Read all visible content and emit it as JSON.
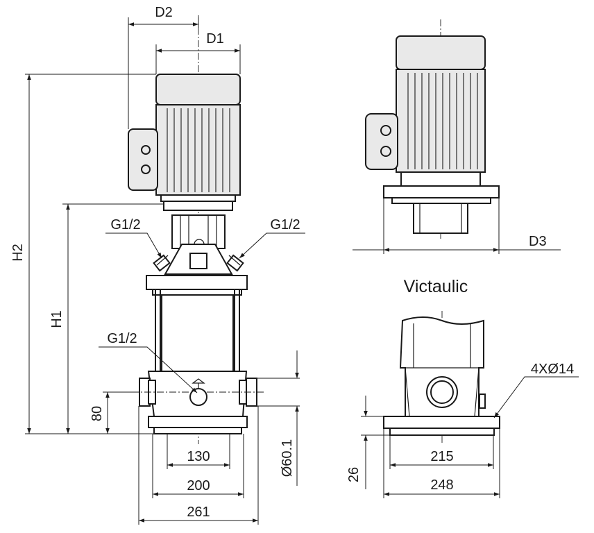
{
  "labels": {
    "d2": "D2",
    "d1": "D1",
    "d3": "D3",
    "h2": "H2",
    "h1": "H1",
    "g_left": "G1/2",
    "g_right": "G1/2",
    "g_lower": "G1/2",
    "victaulic": "Victaulic",
    "dim_80": "80",
    "dim_130": "130",
    "dim_200": "200",
    "dim_261": "261",
    "dim_dia601": "Ø60.1",
    "dim_215": "215",
    "dim_248": "248",
    "dim_26": "26",
    "holes": "4XØ14"
  },
  "colors": {
    "line": "#1a1a1a",
    "motor_fill": "#e9e9e9",
    "background": "#ffffff"
  }
}
